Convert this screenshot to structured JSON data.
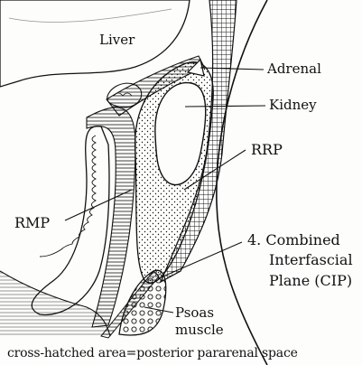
{
  "labels": {
    "liver": "Liver",
    "adrenal": "Adrenal",
    "kidney": "Kidney",
    "rrp": "RRP",
    "rmp": "RMP",
    "cip_line1": "4. Combined",
    "cip_line2": "Interfascial",
    "cip_line3": "Plane (CIP)",
    "psoas_line1": "Psoas",
    "psoas_line2": "muscle"
  },
  "caption": "cross-hatched area=posterior pararenal space",
  "colors": {
    "ink": "#111111",
    "paper": "#fdfdfb"
  }
}
